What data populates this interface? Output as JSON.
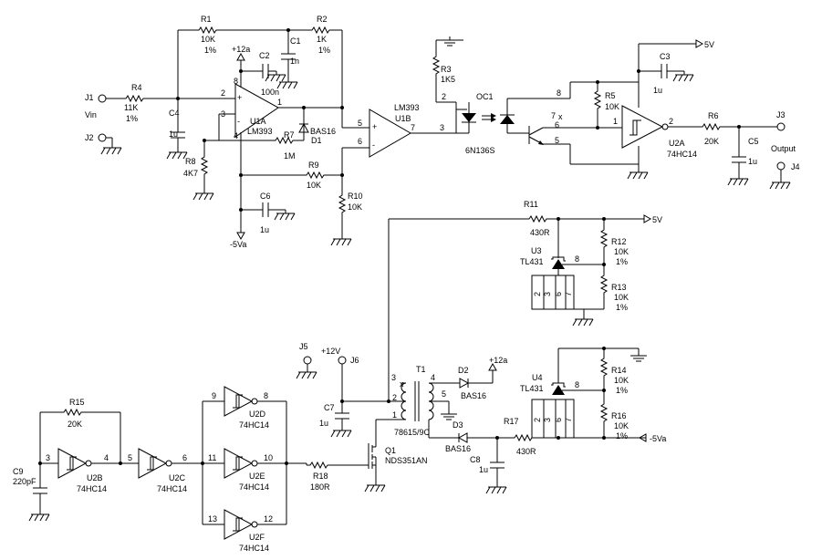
{
  "components": {
    "r1": {
      "ref": "R1",
      "value": "10K",
      "tol": "1%"
    },
    "r2": {
      "ref": "R2",
      "value": "1K",
      "tol": "1%"
    },
    "c1": {
      "ref": "C1",
      "value": "1n"
    },
    "c2": {
      "ref": "C2",
      "value": "100n"
    },
    "u1a": {
      "ref": "U1A",
      "part": "LM393"
    },
    "r7": {
      "ref": "R7",
      "value": "1M"
    },
    "d1": {
      "ref": "D1",
      "part": "BAS16"
    },
    "u1b": {
      "ref": "U1B",
      "part": "LM393"
    },
    "r4": {
      "ref": "R4",
      "value": "11K",
      "tol": "1%"
    },
    "c4": {
      "ref": "C4",
      "value": "1u"
    },
    "r8": {
      "ref": "R8",
      "value": "4K7"
    },
    "r9": {
      "ref": "R9",
      "value": "10K"
    },
    "r10": {
      "ref": "R10",
      "value": "10K"
    },
    "c6": {
      "ref": "C6",
      "value": "1u"
    },
    "r3": {
      "ref": "R3",
      "value": "1K5"
    },
    "oc1": {
      "ref": "OC1",
      "part": "6N136S"
    },
    "r5": {
      "ref": "R5",
      "value": "10K"
    },
    "c3": {
      "ref": "C3",
      "value": "1u"
    },
    "u2a": {
      "ref": "U2A",
      "part": "74HC14"
    },
    "r6": {
      "ref": "R6",
      "value": "20K"
    },
    "c5": {
      "ref": "C5",
      "value": "1u"
    },
    "r11": {
      "ref": "R11",
      "value": "430R"
    },
    "u3": {
      "ref": "U3",
      "part": "TL431"
    },
    "r12": {
      "ref": "R12",
      "value": "10K",
      "tol": "1%"
    },
    "r13": {
      "ref": "R13",
      "value": "10K",
      "tol": "1%"
    },
    "u4": {
      "ref": "U4",
      "part": "TL431"
    },
    "r14": {
      "ref": "R14",
      "value": "10K",
      "tol": "1%"
    },
    "r16": {
      "ref": "R16",
      "value": "10K",
      "tol": "1%"
    },
    "t1": {
      "ref": "T1",
      "part": "78615/9C"
    },
    "d2": {
      "ref": "D2",
      "part": "BAS16"
    },
    "d3": {
      "ref": "D3",
      "part": "BAS16"
    },
    "r17": {
      "ref": "R17",
      "value": "430R"
    },
    "c8": {
      "ref": "C8",
      "value": "1u"
    },
    "c7": {
      "ref": "C7",
      "value": "1u"
    },
    "q1": {
      "ref": "Q1",
      "part": "NDS351AN"
    },
    "r18": {
      "ref": "R18",
      "value": "180R"
    },
    "r15": {
      "ref": "R15",
      "value": "20K"
    },
    "c9": {
      "ref": "C9",
      "value": "220pF"
    },
    "u2b": {
      "ref": "U2B",
      "part": "74HC14"
    },
    "u2c": {
      "ref": "U2C",
      "part": "74HC14"
    },
    "u2d": {
      "ref": "U2D",
      "part": "74HC14"
    },
    "u2e": {
      "ref": "U2E",
      "part": "74HC14"
    },
    "u2f": {
      "ref": "U2F",
      "part": "74HC14"
    }
  },
  "connectors": {
    "j1": "J1",
    "j1_label": "Vin",
    "j2": "J2",
    "j3": "J3",
    "j3_label": "Output",
    "j4": "J4",
    "j5": "J5",
    "j6": "J6"
  },
  "rails": {
    "p12a": "+12a",
    "m5va_1": "-5Va",
    "m5va_2": "-5Va",
    "p5v_1": "5V",
    "p5v_2": "5V",
    "p12v": "+12V"
  },
  "pins": {
    "u1a_in_plus": "2",
    "u1a_in_minus": "3",
    "u1a_vplus": "8",
    "u1a_vminus": "4",
    "u1a_out": "1",
    "u1b_in_plus": "5",
    "u1b_in_minus": "6",
    "u1b_out": "7",
    "oc1_a": "2",
    "oc1_k": "3",
    "oc1_vcc": "8",
    "oc1_vb": "7",
    "oc1_vo": "6",
    "oc1_gnd": "5",
    "u2a_in": "1",
    "u2a_out": "2",
    "u3_ref": "8",
    "u3_p2": "2",
    "u3_p3": "3",
    "u3_p6": "6",
    "u3_p7": "7",
    "u4_ref": "8",
    "u4_p2": "2",
    "u4_p3": "3",
    "u4_p6": "6",
    "u4_p7": "7",
    "t1_p3": "3",
    "t1_p4": "4",
    "t1_p5": "5",
    "t1_p2": "2",
    "t1_p1": "1",
    "u2b_in": "3",
    "u2b_out": "4",
    "u2c_in": "5",
    "u2c_out": "6",
    "u2d_in": "9",
    "u2d_out": "8",
    "u2e_in": "11",
    "u2e_out": "10",
    "u2f_in": "13",
    "u2f_out": "12"
  },
  "symbols": {
    "nc_mark": "x"
  }
}
